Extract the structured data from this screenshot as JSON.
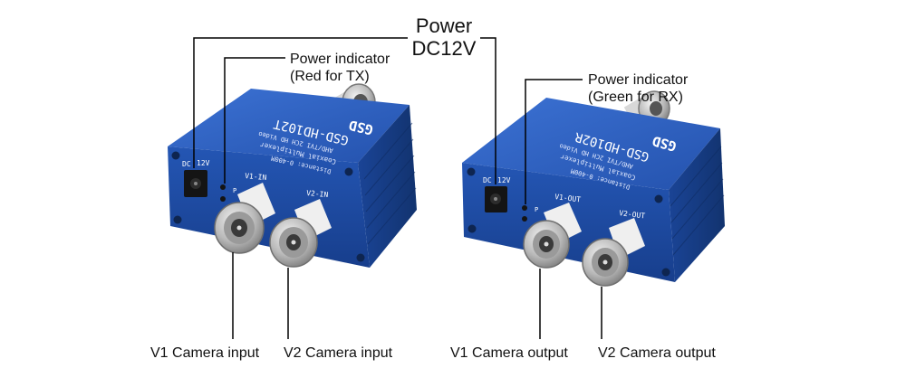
{
  "callouts": {
    "power_line1": "Power",
    "power_line2": "DC12V",
    "tx_indicator_line1": "Power indicator",
    "tx_indicator_line2": "(Red for TX)",
    "rx_indicator_line1": "Power indicator",
    "rx_indicator_line2": "(Green for RX)",
    "v1_input": "V1 Camera input",
    "v2_input": "V2 Camera input",
    "v1_output": "V1 Camera output",
    "v2_output": "V2 Camera output"
  },
  "tx_unit": {
    "brand": "GSD",
    "model": "GSD-HD102T",
    "line1": "AHD/TVI 2CH HD Video",
    "line2": "Coaxial Multiplexer",
    "line3": "Distance: 0-400M",
    "dc_label": "DC",
    "volt_label": "12V",
    "p_label": "P",
    "port1_label": "V1-IN",
    "port2_label": "V2-IN"
  },
  "rx_unit": {
    "brand": "GSD",
    "model": "GSD-HD102R",
    "line1": "AHD/TVI 2CH HD Video",
    "line2": "Coaxial Multiplexer",
    "line3": "Distance: 0-400M",
    "dc_label": "DC",
    "volt_label": "12V",
    "p_label": "P",
    "port1_label": "V1-OUT",
    "port2_label": "V2-OUT"
  },
  "colors": {
    "body_front": "#1f4fa8",
    "body_top": "#2e62c4",
    "body_side": "#173c86",
    "silver": "#c9c9c9",
    "callout_line": "#000000"
  }
}
